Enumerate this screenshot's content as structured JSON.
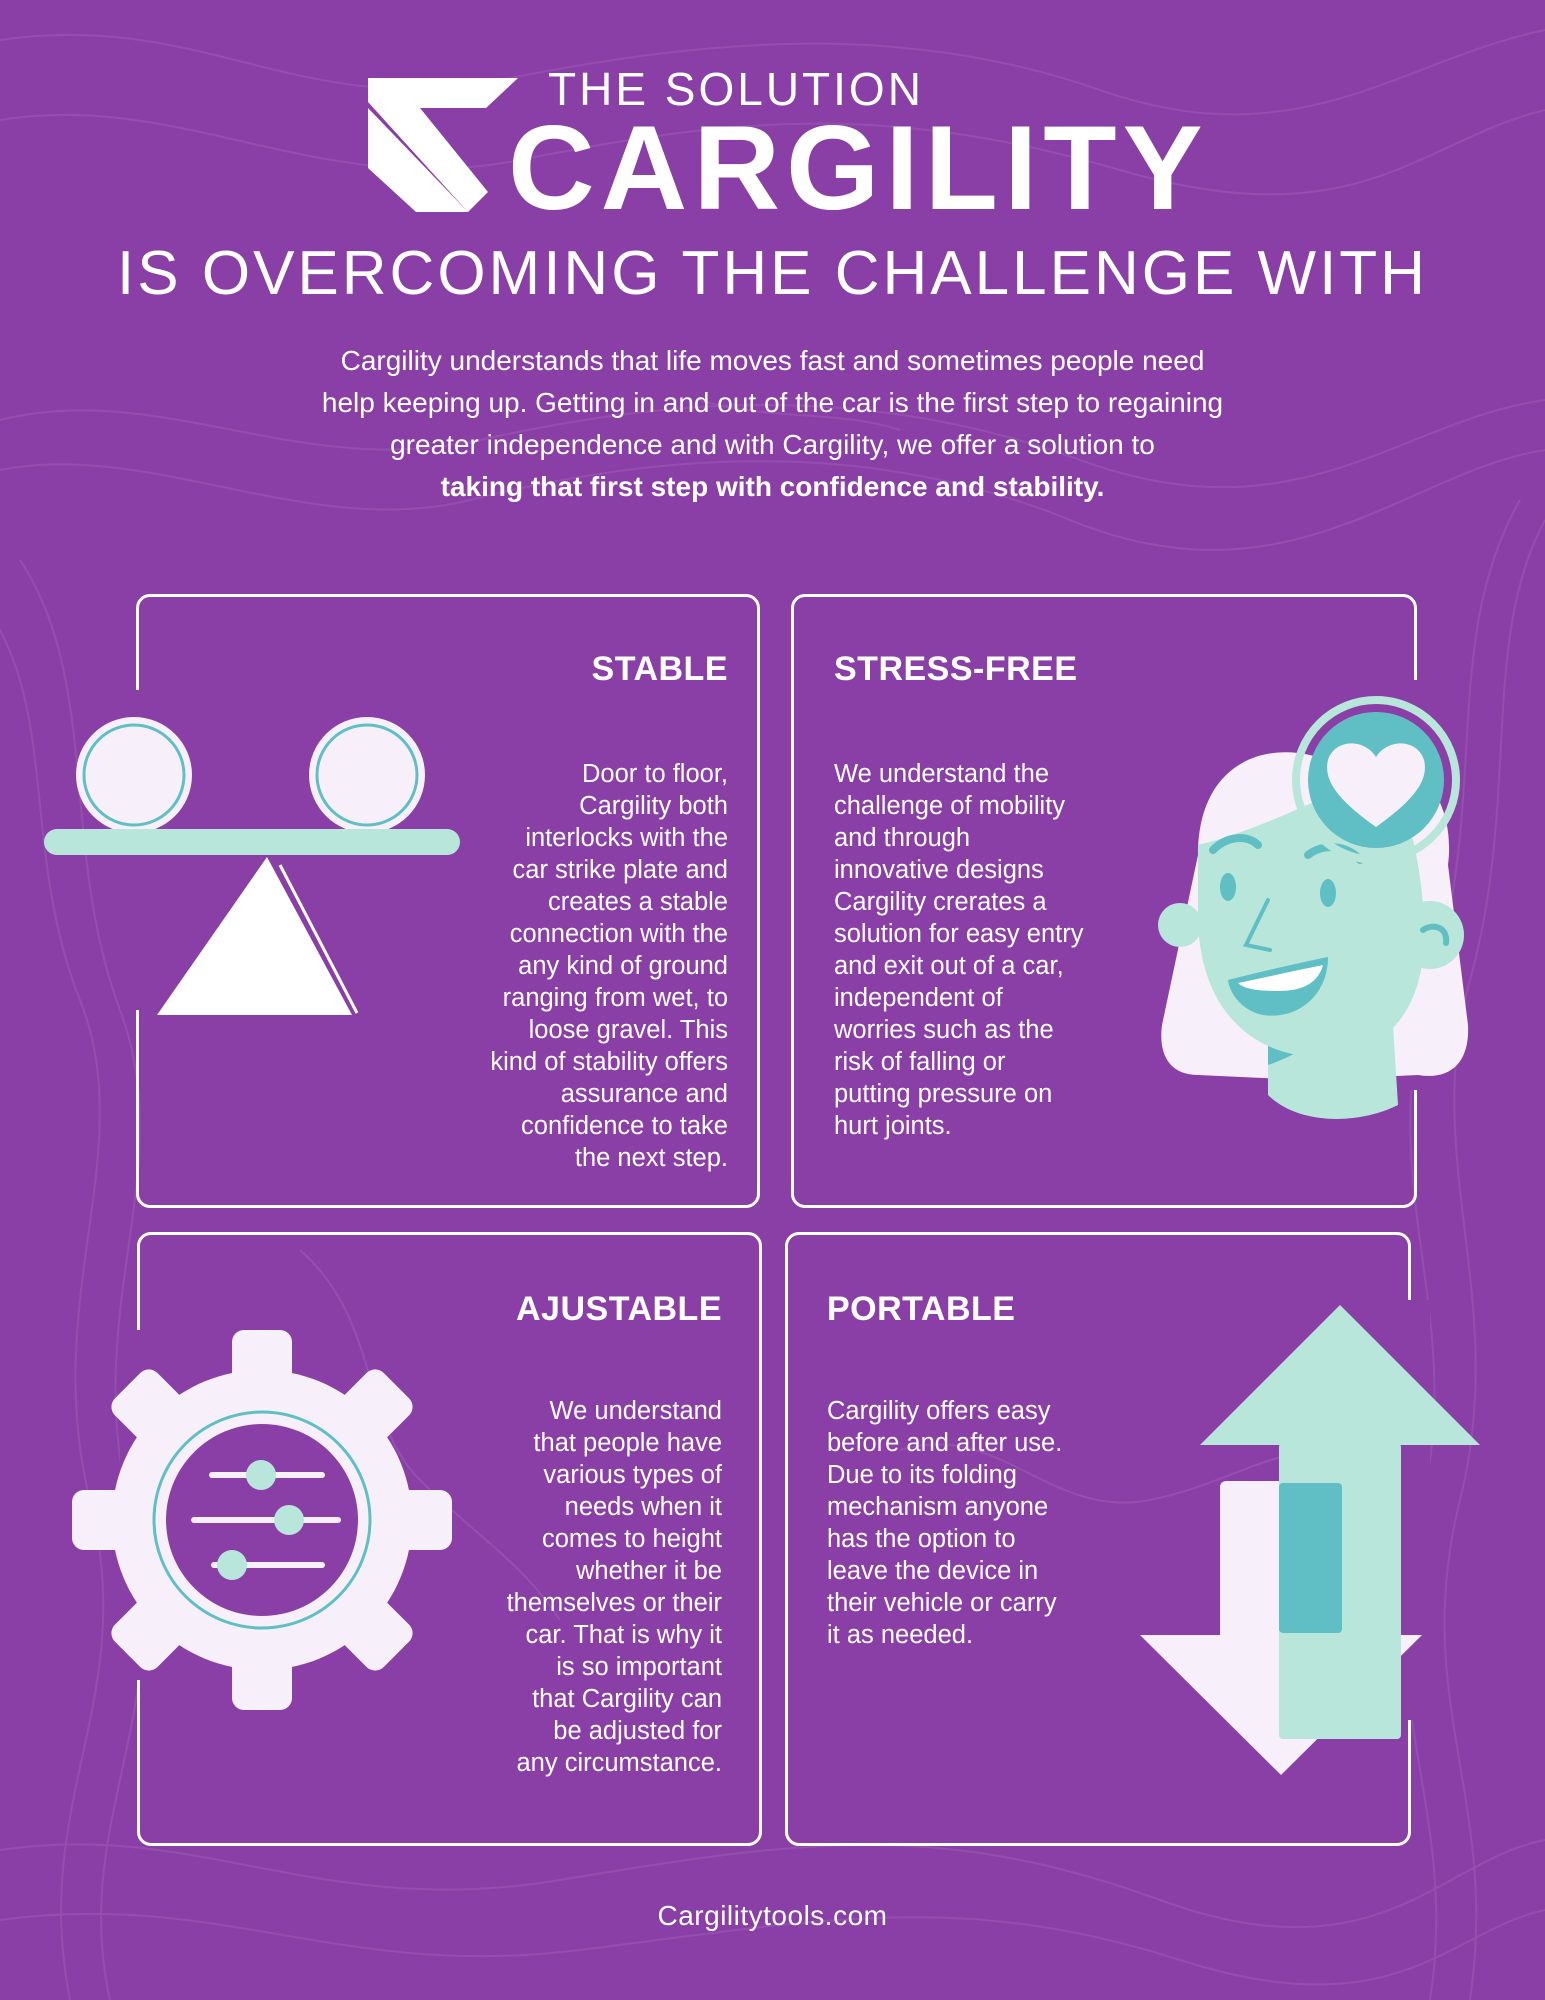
{
  "header": {
    "pre_title": "THE SOLUTION",
    "brand": "CARGILITY",
    "subtitle": "IS OVERCOMING THE CHALLENGE WITH",
    "intro_lines": [
      "Cargility understands that life moves fast and sometimes people need",
      "help keeping up. Getting in and out of the car is the first step to regaining",
      "greater independence and with Cargility, we offer a solution to"
    ],
    "intro_strong": "taking that first step with confidence and stability."
  },
  "cards": {
    "stable": {
      "title": "STABLE",
      "icon": "balance-scale-icon",
      "body_lines": [
        "Door to floor,",
        "Cargility both",
        "interlocks with the",
        "car strike plate and",
        "creates a stable",
        "connection with the",
        "any kind of ground",
        "ranging from wet, to",
        "loose gravel. This",
        "kind of stability offers",
        "assurance and",
        "confidence to take",
        "the next step."
      ]
    },
    "stress_free": {
      "title": "STRESS-FREE",
      "icon": "happy-face-heart-icon",
      "body_lines": [
        "We understand the",
        "challenge of mobility",
        "and through",
        "innovative designs",
        "Cargility crerates a",
        "solution for easy entry",
        "and exit out of a car,",
        "independent of",
        "worries such as the",
        "risk of falling or",
        "putting pressure on",
        "hurt joints."
      ]
    },
    "adjustable": {
      "title": "AJUSTABLE",
      "icon": "gear-sliders-icon",
      "body_lines": [
        "We understand",
        "that people have",
        "various types of",
        "needs when it",
        "comes to height",
        "whether it be",
        "themselves or their",
        "car. That is why it",
        "is so important",
        "that Cargility can",
        "be adjusted for",
        "any circumstance."
      ]
    },
    "portable": {
      "title": "PORTABLE",
      "icon": "up-down-arrows-icon",
      "body_lines": [
        "Cargility offers easy",
        "before and after use.",
        "Due to its folding",
        "mechanism anyone",
        "has the option to",
        "leave the device in",
        "their vehicle or carry",
        "it as needed."
      ]
    }
  },
  "footer": {
    "url": "Cargilitytools.com"
  },
  "colors": {
    "background": "#8a3fa6",
    "mint": "#b8e6da",
    "teal": "#5fbfc4",
    "white": "#ffffff",
    "off_white": "#f7f0fa"
  }
}
